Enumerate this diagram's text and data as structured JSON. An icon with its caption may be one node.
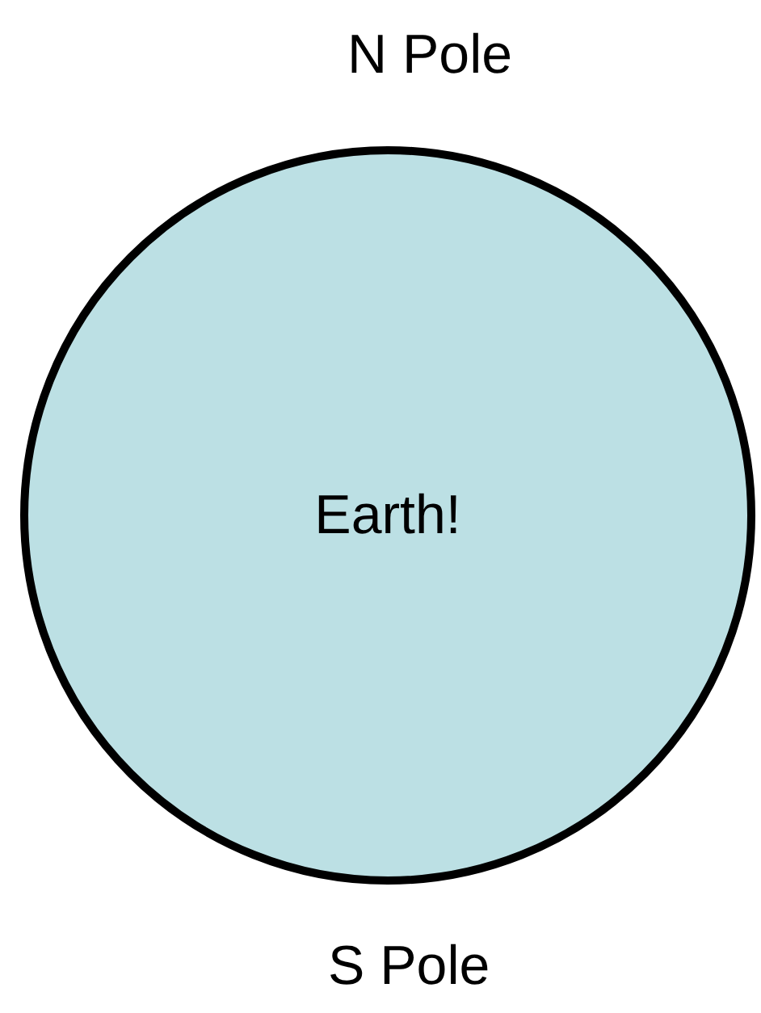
{
  "diagram": {
    "nodes": [
      {
        "text": [
          "Earth!"
        ]
      }
    ],
    "labels": [
      "N Pole",
      "S Pole"
    ]
  }
}
